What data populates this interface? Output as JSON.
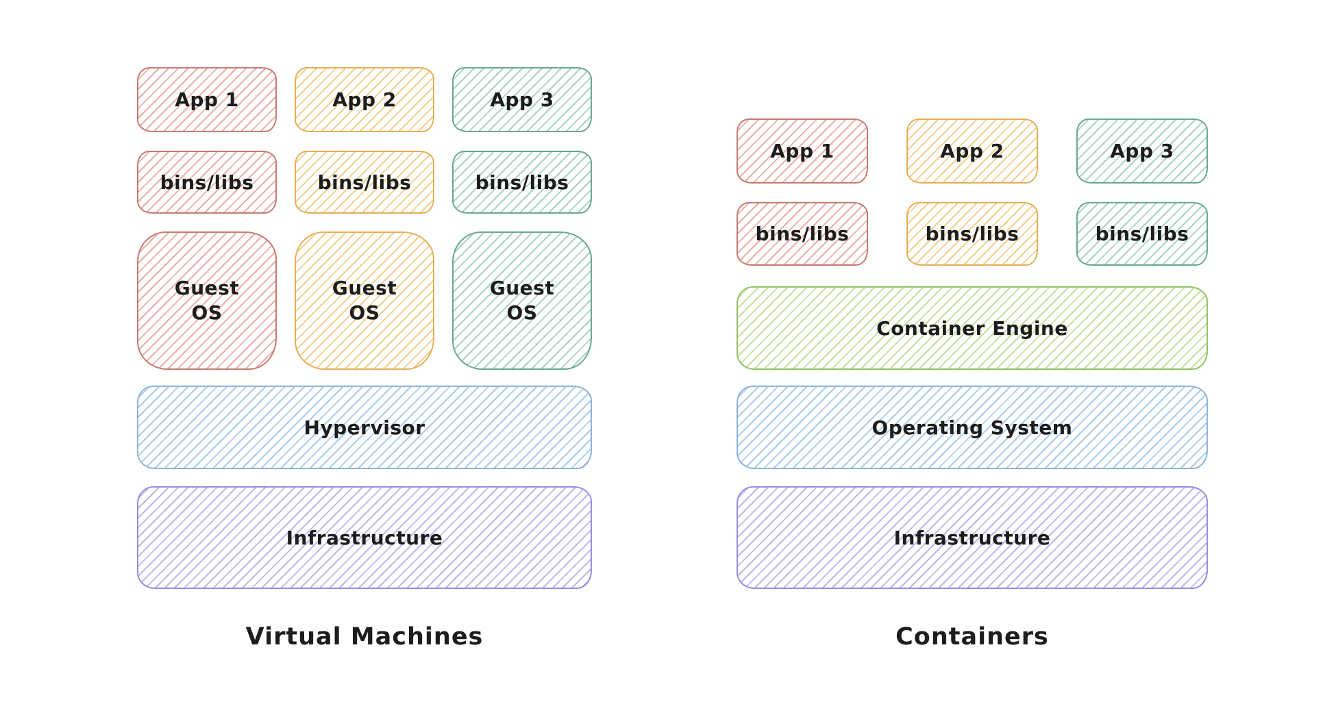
{
  "colors": {
    "text": "#1d1d1d",
    "red_stroke": "#c57b70",
    "red_hatch": "#ecaea7",
    "orange_stroke": "#e6ae58",
    "orange_hatch": "#f3cf8d",
    "teal_stroke": "#68a794",
    "teal_hatch": "#a9d3c4",
    "lime_stroke": "#93c266",
    "lime_hatch": "#c6e09c",
    "blue_stroke": "#8eb4dd",
    "blue_hatch": "#abcbec",
    "purple_stroke": "#9b8ce2",
    "purple_hatch": "#c0b6ef"
  },
  "left": {
    "caption": "Virtual Machines",
    "apps": [
      {
        "label": "App 1",
        "color": "red"
      },
      {
        "label": "App 2",
        "color": "orange"
      },
      {
        "label": "App 3",
        "color": "teal"
      }
    ],
    "bins": [
      {
        "label": "bins/libs",
        "color": "red"
      },
      {
        "label": "bins/libs",
        "color": "orange"
      },
      {
        "label": "bins/libs",
        "color": "teal"
      }
    ],
    "guest_os": [
      {
        "lines": [
          "Guest",
          "OS"
        ],
        "color": "red"
      },
      {
        "lines": [
          "Guest",
          "OS"
        ],
        "color": "orange"
      },
      {
        "lines": [
          "Guest",
          "OS"
        ],
        "color": "teal"
      }
    ],
    "hypervisor": {
      "label": "Hypervisor",
      "color": "blue"
    },
    "infrastructure": {
      "label": "Infrastructure",
      "color": "purple"
    }
  },
  "right": {
    "caption": "Containers",
    "apps": [
      {
        "label": "App 1",
        "color": "red"
      },
      {
        "label": "App 2",
        "color": "orange"
      },
      {
        "label": "App 3",
        "color": "teal"
      }
    ],
    "bins": [
      {
        "label": "bins/libs",
        "color": "red"
      },
      {
        "label": "bins/libs",
        "color": "orange"
      },
      {
        "label": "bins/libs",
        "color": "teal"
      }
    ],
    "container_engine": {
      "label": "Container Engine",
      "color": "lime"
    },
    "operating_system": {
      "label": "Operating System",
      "color": "blue"
    },
    "infrastructure": {
      "label": "Infrastructure",
      "color": "purple"
    }
  }
}
